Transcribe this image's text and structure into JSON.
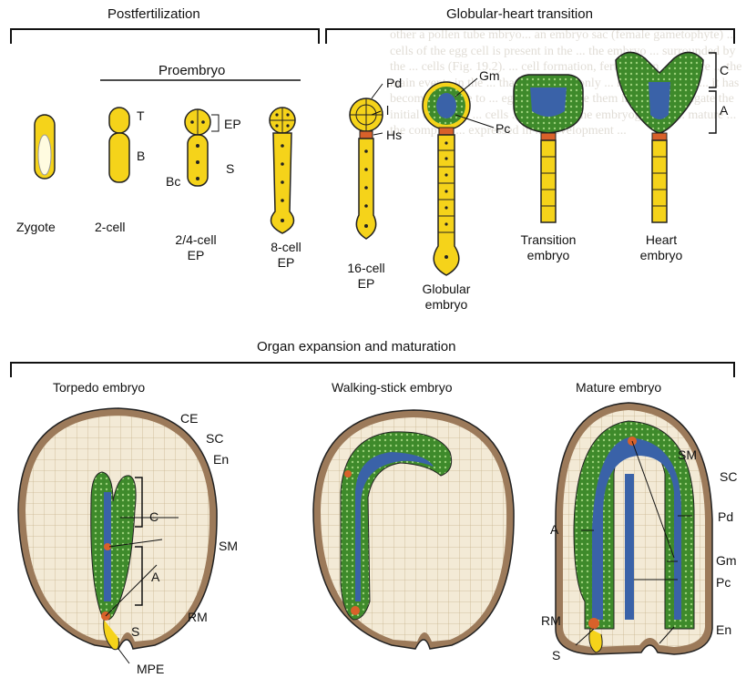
{
  "colors": {
    "yellow": "#f5d31a",
    "green": "#3e8a2b",
    "blue": "#3a62a8",
    "orange": "#d8612a",
    "endosperm": "#f3ead6",
    "seedcoat": "#9c7a5a"
  },
  "sections": {
    "postfertilization": "Postfertilization",
    "globular_heart": "Globular-heart transition",
    "proembryo": "Proembryo",
    "organ_expansion": "Organ expansion and maturation"
  },
  "stages": {
    "zygote": "Zygote",
    "two_cell": "2-cell",
    "four_cell_1": "2/4-cell",
    "four_cell_2": "EP",
    "eight_cell_1": "8-cell",
    "eight_cell_2": "EP",
    "sixteen_cell_1": "16-cell",
    "sixteen_cell_2": "EP",
    "globular_1": "Globular",
    "globular_2": "embryo",
    "transition_1": "Transition",
    "transition_2": "embryo",
    "heart_1": "Heart",
    "heart_2": "embryo",
    "torpedo": "Torpedo embryo",
    "walking_stick": "Walking-stick embryo",
    "mature": "Mature embryo"
  },
  "labels": {
    "T": "T",
    "B": "B",
    "EP": "EP",
    "S_top": "S",
    "Bc": "Bc",
    "Pd_top": "Pd",
    "l": "l",
    "Hs": "Hs",
    "Gm_top": "Gm",
    "Pc_top": "Pc",
    "C_top": "C",
    "A_top": "A",
    "CE": "CE",
    "SC_left": "SC",
    "En_left": "En",
    "C_left": "C",
    "SM_left": "SM",
    "A_left": "A",
    "RM_left": "RM",
    "S_left": "S",
    "MPE": "MPE",
    "SM_right": "SM",
    "SC_right": "SC",
    "Pd_right": "Pd",
    "A_right": "A",
    "Gm_right": "Gm",
    "Pc_right": "Pc",
    "RM_right": "RM",
    "En_right": "En",
    "S_right": "S"
  },
  "background_text": "other a pollen tube mbryo... an embryo sac (female gametophyte) ... cells of the egg cell is present in the ... the embryo ... surrounded by the ... cells (Fig. 19.2). ... cell formation, fertilization ... mature ... the main events in the ... that produce ... only ... higher ... plants ... it has become feasible to ... eggs and fertilize them in ... to investigate the initial events of ... cells ... used to ... the embryogenesis ... mature ... the complex ... expressed in ... development ..."
}
